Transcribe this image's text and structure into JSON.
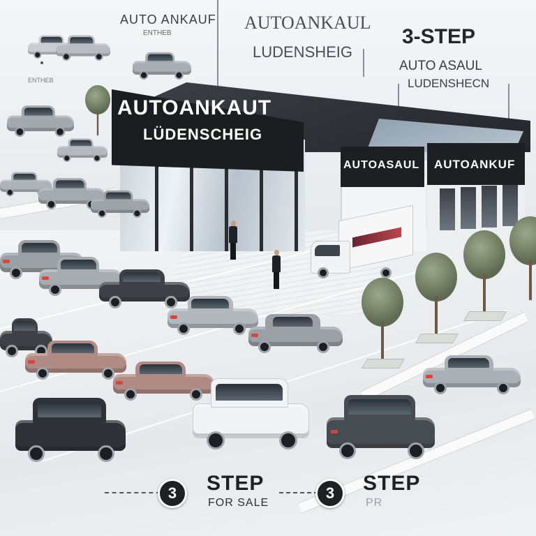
{
  "scene": {
    "description_free": true,
    "headings": {
      "top_left_line1": "AUTO ANKAUF",
      "top_left_line2": "ENTHEB",
      "top_center_line1": "AUTOANKAUL",
      "top_center_line2": "LUDENSHEIG",
      "top_right_line0": "3-STEP",
      "top_right_line1": "AUTO ASAUL",
      "top_right_line2": "LUDENSHECN",
      "small_tag": "ENTHEB"
    },
    "building": {
      "main_sign_line1": "AUTOANKAUT",
      "main_sign_line2": "LÜDENSCHEIG",
      "wing_sign_left": "AUTOASAUL",
      "wing_sign_right": "AUTOANKUF"
    },
    "footer": {
      "left_badge": "3",
      "left_title": "STEP",
      "left_sub": "FOR SALE",
      "right_badge": "3",
      "right_title": "STEP",
      "right_sub": "PR"
    },
    "colors": {
      "sign_black": "#1b1d20",
      "badge": "#1e2124",
      "grey_car": "#9aa0a6",
      "dark_car": "#3d4146",
      "rose_car": "#b08a84",
      "white_car": "#f2f3f4"
    }
  }
}
